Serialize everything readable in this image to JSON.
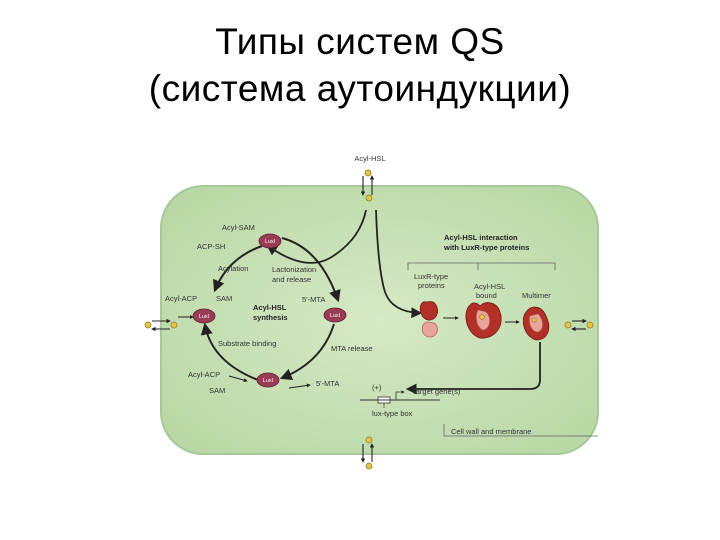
{
  "title": {
    "line1": "Типы систем QS",
    "line2": "(система аутоиндукции)"
  },
  "diagram": {
    "top_label": "Acyl-HSL",
    "cycle": {
      "acyl_sam": "Acyl-SAM",
      "acp_sh": "ACP-SH",
      "acylation": "Acylation",
      "acyl_acp_left": "Acyl-ACP",
      "sam_left": "SAM",
      "lactonization_line1": "Lactonization",
      "lactonization_line2": "and release",
      "five_mta_top": "5'-MTA",
      "center_line1": "Acyl-HSL",
      "center_line2": "synthesis",
      "substrate_binding": "Substrate binding",
      "mta_release": "MTA release",
      "acyl_acp_bottom": "Acyl-ACP",
      "sam_bottom": "SAM",
      "five_mta_bottom": "5'-MTA",
      "enzyme_label": "LuxI"
    },
    "right_panel": {
      "heading_line1": "Acyl-HSL interaction",
      "heading_line2": "with LuxR-type proteins",
      "luxr_line1": "LuxR-type",
      "luxr_line2": "proteins",
      "acyl_hsl": "Acyl-HSL",
      "bound": "bound",
      "multimer": "Multimer"
    },
    "gene": {
      "plus": "(+)",
      "target": "Target gene(s)",
      "box": "lux-type box"
    },
    "cell_wall": "Cell wall and membrane"
  },
  "colors": {
    "cell_fill": "#c2ddb0",
    "cell_stroke": "#a7c999",
    "enzyme": "#9b3c57",
    "protein": "#b23028",
    "signal": "#e8c34a"
  }
}
